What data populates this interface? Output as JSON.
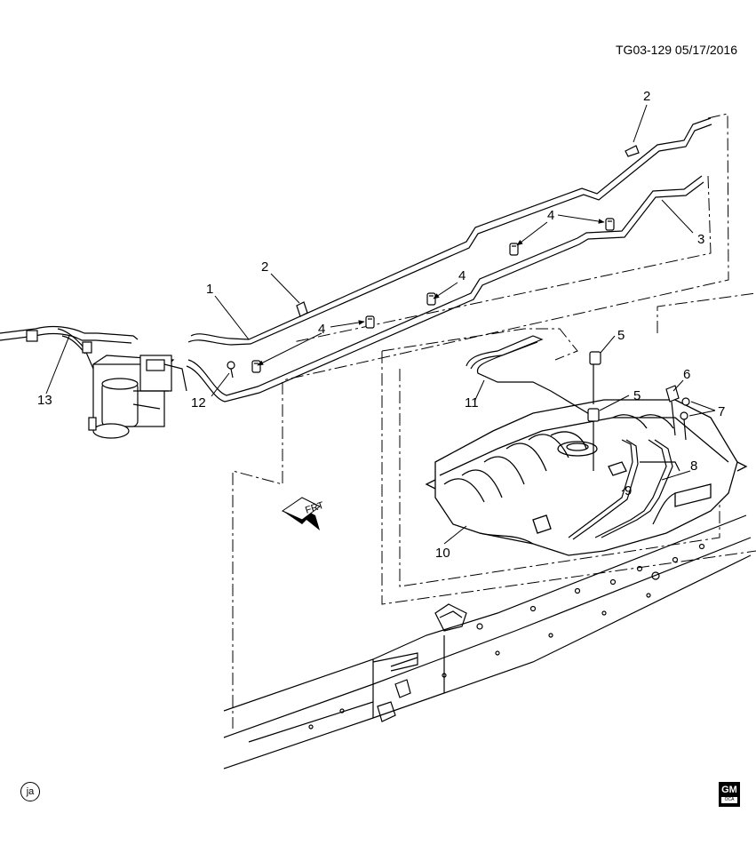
{
  "header": {
    "document_id": "TG03-129  05/17/2016"
  },
  "orientation_arrow": {
    "label": "FRT"
  },
  "callouts": [
    "1",
    "2",
    "2",
    "3",
    "4",
    "4",
    "4",
    "4",
    "5",
    "5",
    "6",
    "7",
    "8",
    "9",
    "10",
    "11",
    "12",
    "13"
  ],
  "footer": {
    "illustrator_initials": "ja",
    "logo_text": "GM",
    "logo_subtext": "OCA"
  },
  "colors": {
    "line": "#000000",
    "background": "#ffffff"
  }
}
